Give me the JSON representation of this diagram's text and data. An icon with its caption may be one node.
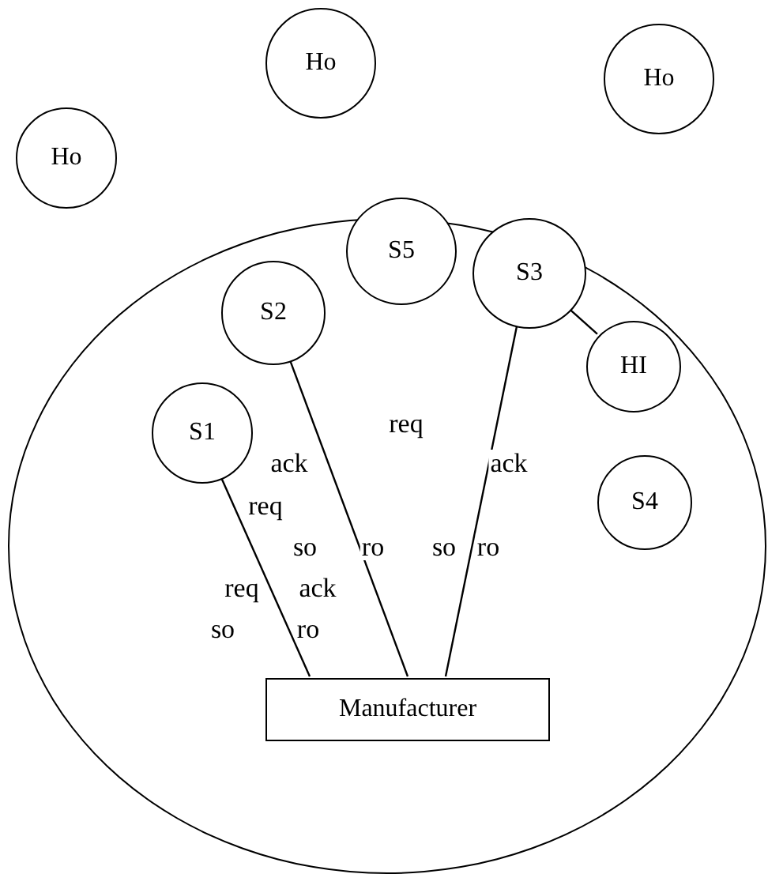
{
  "diagram": {
    "nodes": [
      {
        "text": [
          "Ho"
        ]
      },
      {
        "text": [
          "Ho"
        ]
      },
      {
        "text": [
          "Ho"
        ]
      },
      {
        "text": [],
        "shape": "circle"
      },
      {
        "text": [
          "S5"
        ],
        "in": 3
      },
      {
        "text": [
          "S3"
        ],
        "in": 3
      },
      {
        "text": [
          "S2"
        ],
        "in": 3
      },
      {
        "text": [
          "HI"
        ],
        "in": 3
      },
      {
        "text": [
          "S1"
        ],
        "in": 3
      },
      {
        "text": [
          "S4"
        ],
        "in": 3
      },
      {
        "text": [
          "Manufacturer"
        ],
        "in": 3
      }
    ],
    "edges": [
      {
        "from": 5,
        "to": 7,
        "arrow": "none"
      },
      {
        "from": 8,
        "to": 10,
        "arrow": "none"
      },
      {
        "from": 6,
        "to": 10,
        "arrow": "none"
      },
      {
        "from": 5,
        "to": 10,
        "arrow": "none"
      }
    ],
    "labels": [
      "req",
      "ack",
      "ack",
      "req",
      "so",
      "ro",
      "so",
      "ro",
      "req",
      "ack",
      "so",
      "ro"
    ]
  }
}
